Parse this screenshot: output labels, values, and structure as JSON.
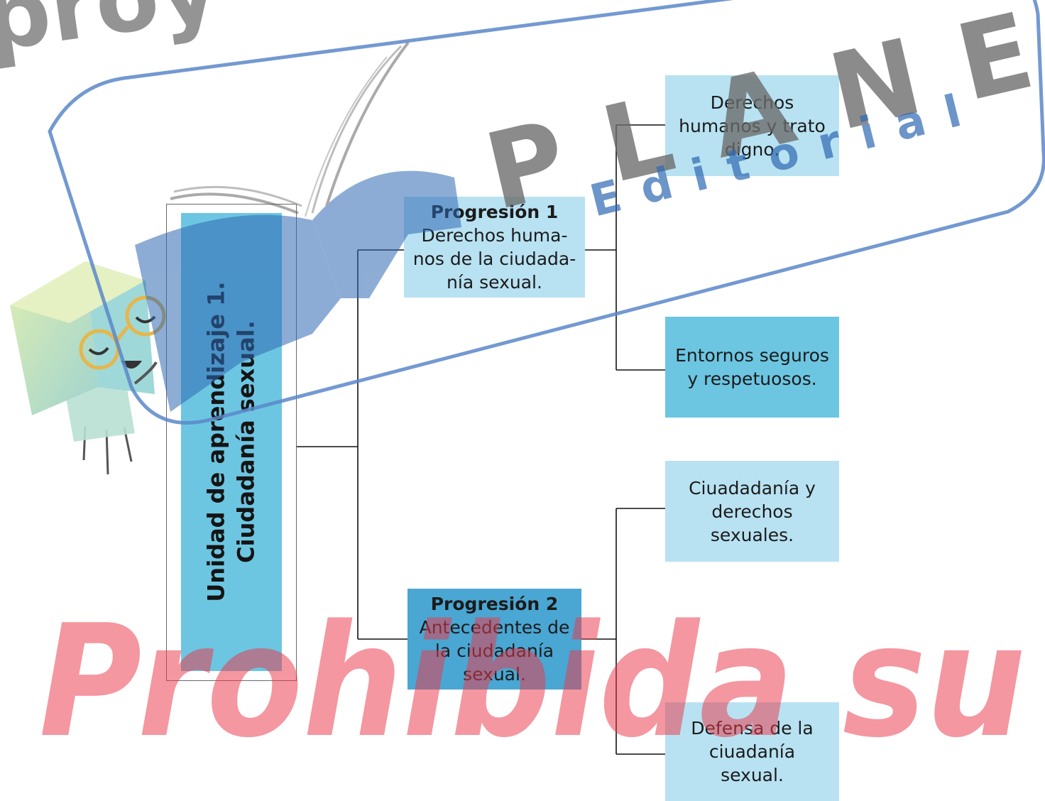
{
  "unit": {
    "line1": "Unidad de aprendizaje 1.",
    "line2": "Ciudadanía sexual."
  },
  "progression1": {
    "title": "Progresión 1",
    "lines": [
      "Derechos huma-",
      "nos de la ciudada-",
      "nía sexual."
    ]
  },
  "progression2": {
    "title": "Progresión 2",
    "lines": [
      "Antecedentes de",
      "la ciudadanía",
      "sexual."
    ]
  },
  "leaves": {
    "l1": [
      "Derechos",
      "humanos y trato",
      "digno."
    ],
    "l2": [
      "Entornos seguros",
      "y respetuosos."
    ],
    "l3": [
      "Ciuadadanía y",
      "derechos",
      "sexuales."
    ],
    "l4": [
      "Defensa de la",
      "ciuadanía",
      "sexual."
    ]
  },
  "watermark": {
    "brand": "PLANEA",
    "sub": "Editorial",
    "red_text": "Prohibida su",
    "top_fragment": "proy"
  },
  "colors": {
    "light_blue": "#b8e2f2",
    "mid_blue": "#6cc6e2",
    "prog_blue": "#4aa6d2",
    "watermark_blue": "#2f69b3",
    "watermark_red": "#ea3a4b"
  }
}
